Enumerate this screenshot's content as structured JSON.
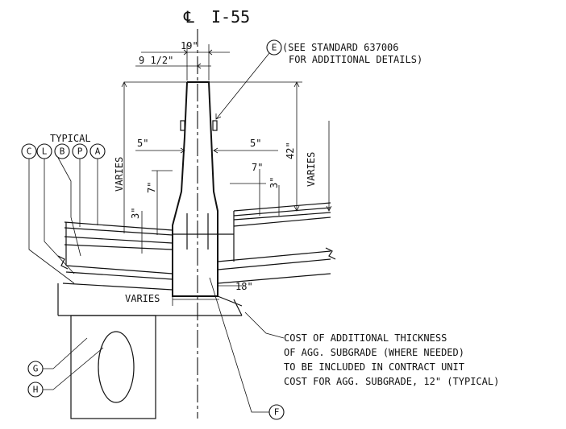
{
  "title": "I-55",
  "title_symbol": "℄",
  "note_standard": {
    "line1": "(SEE STANDARD 637006",
    "line2": "FOR ADDITIONAL DETAILS)"
  },
  "dims": {
    "d19": "19\"",
    "d9half": "9 1/2\"",
    "d5_left": "5\"",
    "d5_right": "5\"",
    "d7_left": "7\"",
    "d7_right": "7\"",
    "d3_left": "3\"",
    "d3_right": "3\"",
    "d42": "42\"",
    "d18": "18\"",
    "varies_left": "VARIES",
    "varies_right": "VARIES",
    "varies_bottom": "VARIES"
  },
  "typical_label": "TYPICAL",
  "bubbles": {
    "C": "C",
    "L": "L",
    "B": "B",
    "P": "P",
    "A": "A",
    "E": "E",
    "F": "F",
    "G": "G",
    "H": "H"
  },
  "note_cost": {
    "line1": "COST OF ADDITIONAL THICKNESS",
    "line2": "OF AGG. SUBGRADE (WHERE NEEDED)",
    "line3": "TO BE INCLUDED IN CONTRACT UNIT",
    "line4": "COST FOR AGG. SUBGRADE, 12\" (TYPICAL)"
  }
}
